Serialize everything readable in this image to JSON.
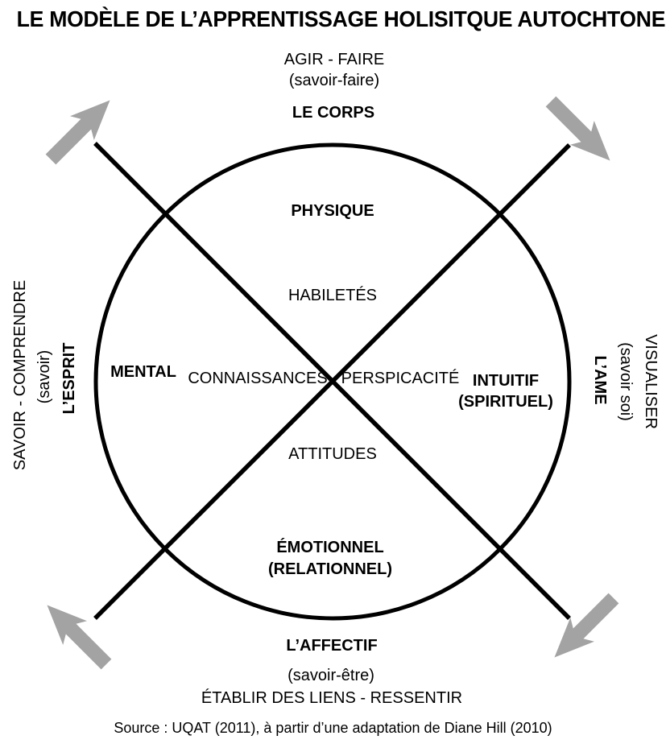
{
  "title": "LE MODÈLE DE L’APPRENTISSAGE HOLISITQUE AUTOCHTONE",
  "quadrants": {
    "top": {
      "direction": "AGIR - FAIRE",
      "savoir": "(savoir-faire)",
      "aspect": "LE CORPS",
      "domain": "PHYSIQUE",
      "element": "HABILETÉS"
    },
    "left": {
      "direction": "SAVOIR - COMPRENDRE",
      "savoir": "(savoir)",
      "aspect": "L’ESPRIT",
      "domain": "MENTAL",
      "element": "CONNAISSANCES"
    },
    "right": {
      "direction": "VISUALISER",
      "savoir": "(savoir soi)",
      "aspect": "L’AME",
      "domain": "INTUITIF",
      "domain2": "(SPIRITUEL)",
      "element": "PERSPICACITÉ"
    },
    "bottom": {
      "direction": "ÉTABLIR DES LIENS - RESSENTIR",
      "savoir": "(savoir-être)",
      "aspect": "L’AFFECTIF",
      "domain": "ÉMOTIONNEL",
      "domain2": "(RELATIONNEL)",
      "element": "ATTITUDES"
    }
  },
  "source": "Source : UQAT (2011), à partir d’une adaptation de Diane Hill (2010)",
  "icons": {
    "arrows": [
      "arrow-top-left",
      "arrow-top-right",
      "arrow-bottom-left",
      "arrow-bottom-right"
    ]
  },
  "colors": {
    "line": "#000000",
    "arrow": "#a3a3a3",
    "background": "#ffffff"
  }
}
